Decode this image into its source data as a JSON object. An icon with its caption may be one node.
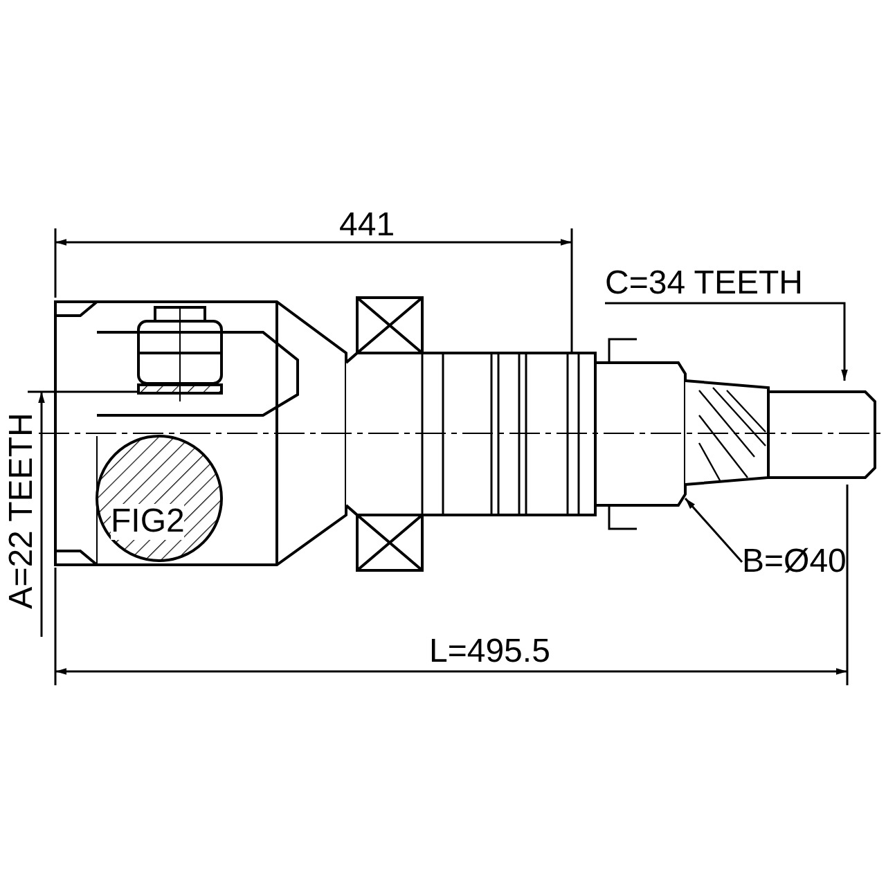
{
  "diagram": {
    "nodes": [
      {
        "text": [
          "C=34 TEETH"
        ]
      },
      {
        "text": [
          "B=Ø40"
        ]
      }
    ],
    "edges": [
      {
        "from": 0,
        "to": null,
        "arrow": "to"
      },
      {
        "from": 1,
        "to": null,
        "arrow": "to"
      }
    ],
    "labels": [
      "441",
      "FIG2",
      "A=22 TEETH",
      "L=495.5"
    ]
  }
}
